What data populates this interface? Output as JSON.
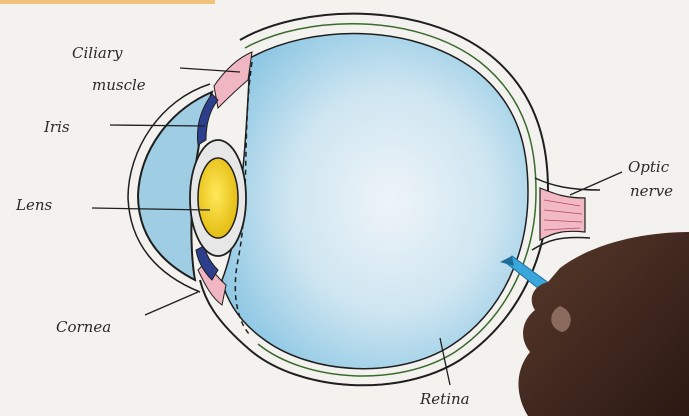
{
  "labels": {
    "ciliary_line1": "Ciliary",
    "ciliary_line2": "muscle",
    "iris": "Iris",
    "lens": "Lens",
    "cornea": "Cornea",
    "optic_line1": "Optic",
    "optic_line2": "nerve",
    "retina": "Retina"
  },
  "colors": {
    "paper": "#f4f2ef",
    "vitreous": "#a9d6ec",
    "vitreous_center": "#e3eff5",
    "aqueous": "#9fcde4",
    "lens": "#f2d21e",
    "iris": "#2d3f8c",
    "ciliary": "#f0b6c2",
    "outline": "#1f1f1f",
    "pencil": "#3aa7dc",
    "orange_strip": "#f3c27a"
  },
  "icons": {
    "hand": "hand-holding-pencil-icon"
  }
}
